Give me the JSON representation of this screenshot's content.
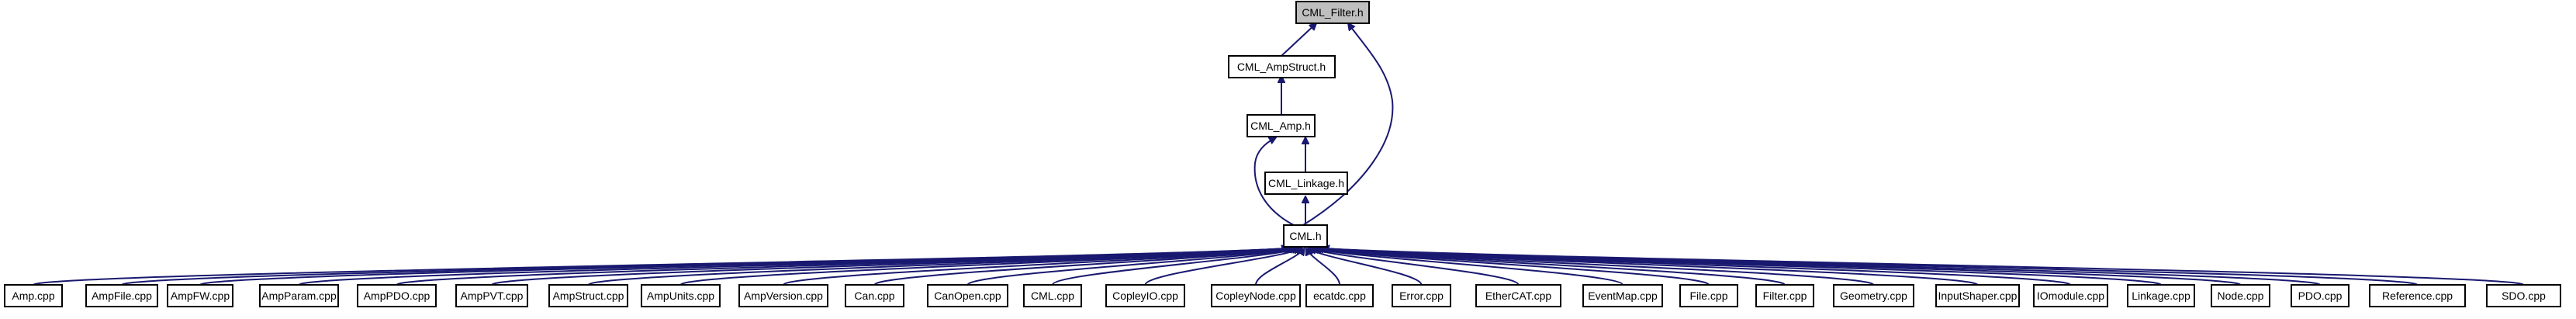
{
  "graph": {
    "root": "CML_Filter.h",
    "nodes": {
      "filter": "CML_Filter.h",
      "ampstruct": "CML_AmpStruct.h",
      "amp": "CML_Amp.h",
      "linkage": "CML_Linkage.h",
      "cml": "CML.h"
    },
    "leaves": [
      "Amp.cpp",
      "AmpFile.cpp",
      "AmpFW.cpp",
      "AmpParam.cpp",
      "AmpPDO.cpp",
      "AmpPVT.cpp",
      "AmpStruct.cpp",
      "AmpUnits.cpp",
      "AmpVersion.cpp",
      "Can.cpp",
      "CanOpen.cpp",
      "CML.cpp",
      "CopleyIO.cpp",
      "CopleyNode.cpp",
      "ecatdc.cpp",
      "Error.cpp",
      "EtherCAT.cpp",
      "EventMap.cpp",
      "File.cpp",
      "Filter.cpp",
      "Geometry.cpp",
      "InputShaper.cpp",
      "IOmodule.cpp",
      "Linkage.cpp",
      "Node.cpp",
      "PDO.cpp",
      "Reference.cpp",
      "SDO.cpp"
    ],
    "colors": {
      "edge": "#191970",
      "root_fill": "#bfbfbf",
      "box_fill": "#ffffff",
      "border": "#000000"
    }
  }
}
